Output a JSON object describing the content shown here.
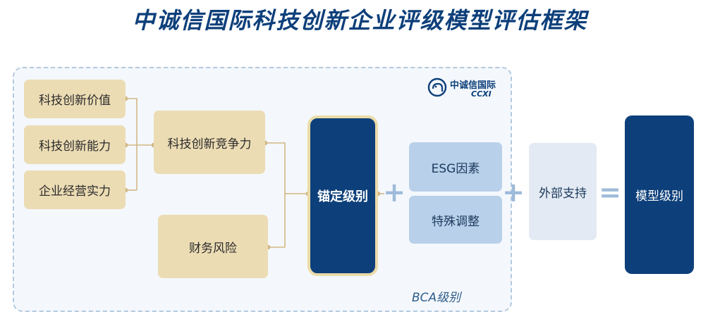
{
  "title": "中诚信国际科技创新企业评级模型评估框架",
  "logo": {
    "cn": "中诚信国际",
    "en": "CCXI"
  },
  "bca_label": "BCA级别",
  "factors": {
    "value": "科技创新价值",
    "capability": "科技创新能力",
    "strength": "企业经营实力",
    "competitiveness": "科技创新竞争力",
    "financial_risk": "财务风险"
  },
  "anchor_rating": "锚定级别",
  "adjustments": {
    "esg": "ESG因素",
    "special": "特殊调整"
  },
  "external_support": "外部支持",
  "model_rating": "模型级别",
  "operators": {
    "plus": "+",
    "equals": "="
  },
  "colors": {
    "navy": "#0d3f7a",
    "tan": "#ecdcb4",
    "light_blue": "#b9d0ea",
    "pale_blue": "#e3eaf3",
    "connector": "#d2b784"
  }
}
